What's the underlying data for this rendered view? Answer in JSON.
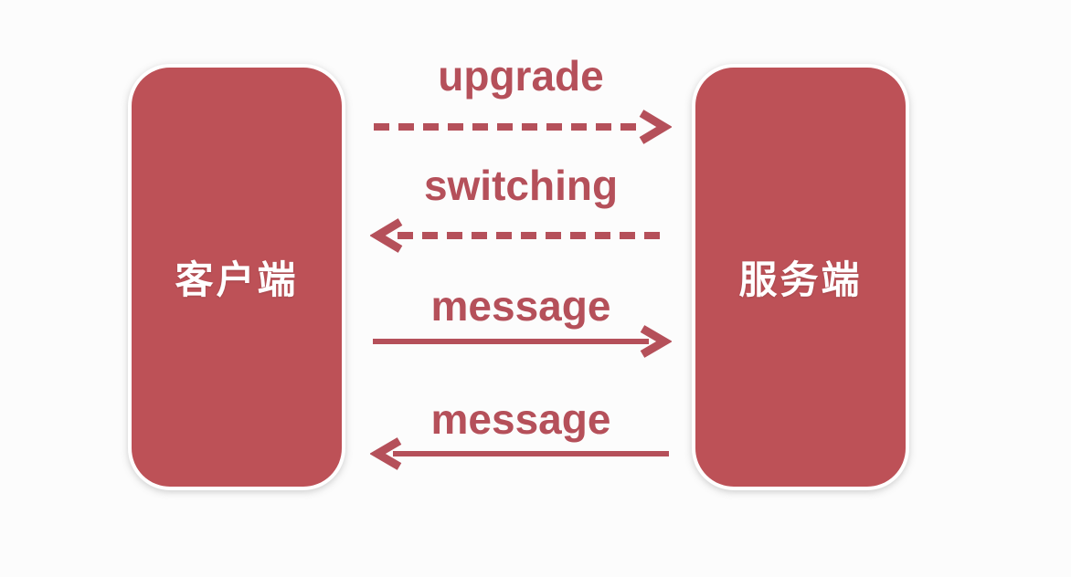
{
  "diagram": {
    "nodes": {
      "client": {
        "label": "客户端"
      },
      "server": {
        "label": "服务端"
      }
    },
    "flows": [
      {
        "label": "upgrade",
        "direction": "right",
        "line_style": "dashed"
      },
      {
        "label": "switching",
        "direction": "left",
        "line_style": "dashed"
      },
      {
        "label": "message",
        "direction": "right",
        "line_style": "solid"
      },
      {
        "label": "message",
        "direction": "left",
        "line_style": "solid"
      }
    ],
    "colors": {
      "primary": "#bd5157",
      "arrow": "#b5505a",
      "background": "#fcfcfc",
      "node_text": "#ffffff"
    }
  }
}
